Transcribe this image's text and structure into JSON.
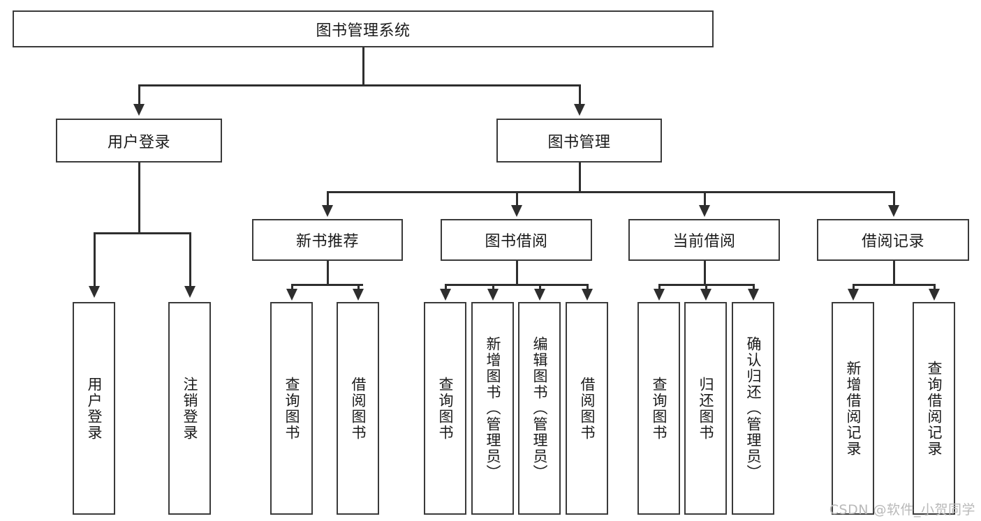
{
  "diagram": {
    "type": "tree-hierarchy",
    "title": "图书管理系统",
    "root": {
      "id": "root",
      "label": "图书管理系统",
      "orientation": "horizontal"
    },
    "level2": [
      {
        "id": "user-login",
        "label": "用户登录",
        "orientation": "horizontal"
      },
      {
        "id": "book-manage",
        "label": "图书管理",
        "orientation": "horizontal"
      }
    ],
    "level3": [
      {
        "id": "new-book-rec",
        "label": "新书推荐",
        "orientation": "horizontal",
        "parent": "book-manage"
      },
      {
        "id": "book-borrow",
        "label": "图书借阅",
        "orientation": "horizontal",
        "parent": "book-manage"
      },
      {
        "id": "current-borrow",
        "label": "当前借阅",
        "orientation": "horizontal",
        "parent": "book-manage"
      },
      {
        "id": "borrow-record",
        "label": "借阅记录",
        "orientation": "horizontal",
        "parent": "book-manage"
      }
    ],
    "leaves": [
      {
        "id": "leaf-user-login",
        "label": "用户登录",
        "orientation": "vertical",
        "parent": "user-login"
      },
      {
        "id": "leaf-user-logout",
        "label": "注销登录",
        "orientation": "vertical",
        "parent": "user-login"
      },
      {
        "id": "leaf-query-book-1",
        "label": "查询图书",
        "orientation": "vertical",
        "parent": "new-book-rec"
      },
      {
        "id": "leaf-borrow-book-1",
        "label": "借阅图书",
        "orientation": "vertical",
        "parent": "new-book-rec"
      },
      {
        "id": "leaf-query-book-2",
        "label": "查询图书",
        "orientation": "vertical",
        "parent": "book-borrow"
      },
      {
        "id": "leaf-add-book",
        "label": "新增图书（管理员）",
        "orientation": "vertical",
        "parent": "book-borrow"
      },
      {
        "id": "leaf-edit-book",
        "label": "编辑图书（管理员）",
        "orientation": "vertical",
        "parent": "book-borrow"
      },
      {
        "id": "leaf-borrow-book-2",
        "label": "借阅图书",
        "orientation": "vertical",
        "parent": "book-borrow"
      },
      {
        "id": "leaf-query-book-3",
        "label": "查询图书",
        "orientation": "vertical",
        "parent": "current-borrow"
      },
      {
        "id": "leaf-return-book",
        "label": "归还图书",
        "orientation": "vertical",
        "parent": "current-borrow"
      },
      {
        "id": "leaf-confirm-return",
        "label": "确认归还（管理员）",
        "orientation": "vertical",
        "parent": "current-borrow"
      },
      {
        "id": "leaf-add-record",
        "label": "新增借阅记录",
        "orientation": "vertical",
        "parent": "borrow-record"
      },
      {
        "id": "leaf-query-record",
        "label": "查询借阅记录",
        "orientation": "vertical",
        "parent": "borrow-record"
      }
    ]
  },
  "watermark": {
    "text": "CSDN @软件_小贺同学"
  },
  "colors": {
    "box_border": "#3a3a3a",
    "connector": "#2e2e2e",
    "text": "#1a1a1a",
    "background": "#ffffff",
    "watermark": "#b9b9b9"
  }
}
